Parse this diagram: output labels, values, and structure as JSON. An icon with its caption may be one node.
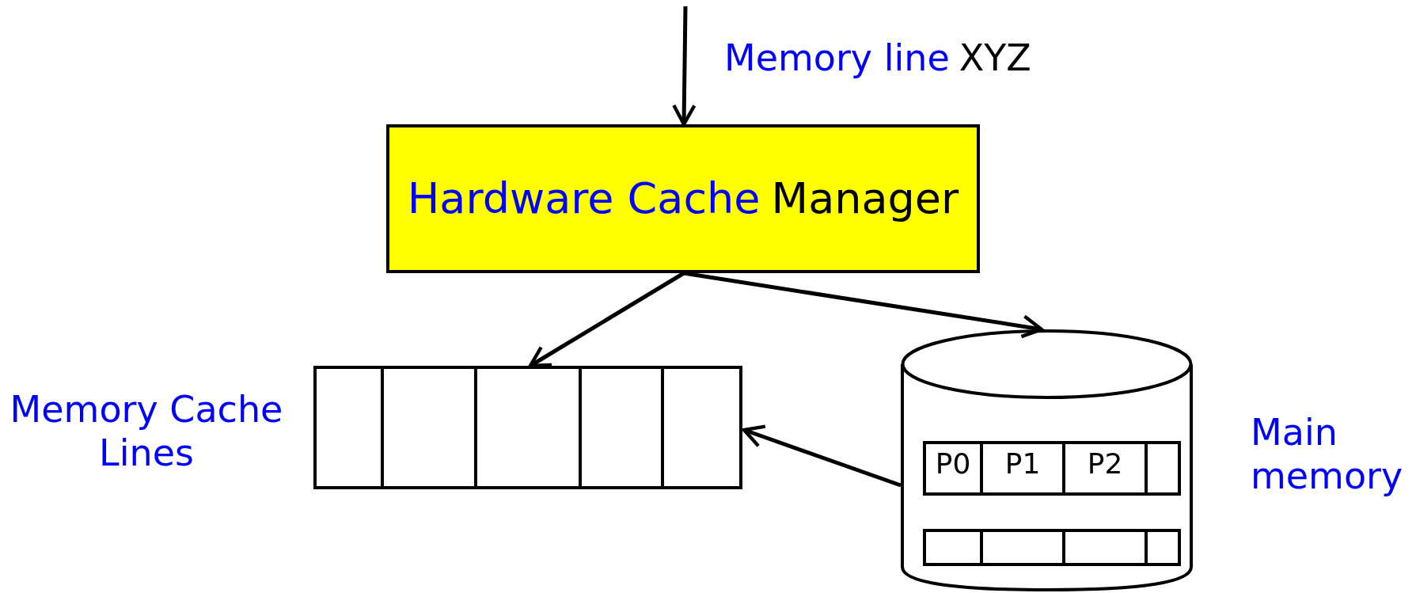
{
  "diagram": {
    "nodes": [
      {
        "text": [
          "Hardware Cache",
          "Manager"
        ]
      },
      {
        "text": [],
        "shape": "box",
        "beside": [
          "Memory Cache Lines"
        ]
      },
      {
        "text": [],
        "shape": "cylinder",
        "beside": [
          "Main memory"
        ]
      }
    ],
    "edges": [
      {
        "from": null,
        "to": 0,
        "arrow": "to"
      },
      {
        "from": 0,
        "to": 1,
        "arrow": "to"
      },
      {
        "from": 0,
        "to": 2,
        "arrow": "to"
      },
      {
        "from": 2,
        "to": 1,
        "arrow": "to"
      }
    ],
    "labels": [
      "Memory line",
      "XYZ",
      "P0",
      "P1",
      "P2"
    ]
  }
}
